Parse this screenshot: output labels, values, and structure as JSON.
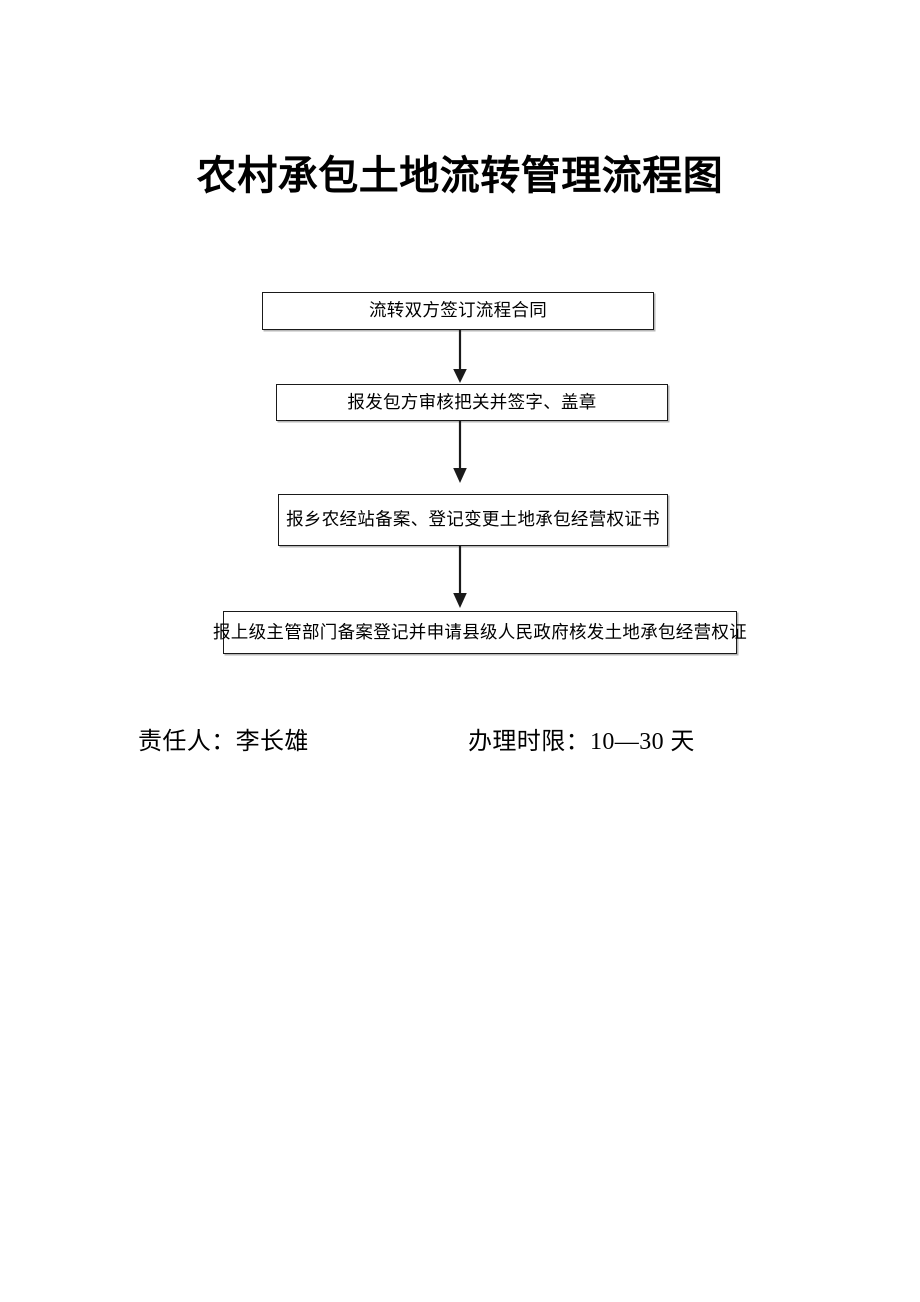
{
  "document": {
    "title": "农村承包土地流转管理流程图"
  },
  "flowchart": {
    "steps": [
      {
        "id": "step-1",
        "label": "流转双方签订流程合同"
      },
      {
        "id": "step-2",
        "label": "报发包方审核把关并签字、盖章"
      },
      {
        "id": "step-3",
        "label": "报乡农经站备案、登记变更土地承包经营权证书"
      },
      {
        "id": "step-4",
        "label": "报上级主管部门备案登记并申请县级人民政府核发土地承包经营权证"
      }
    ],
    "connectors": [
      {
        "id": "arrow-1",
        "icon": "down-arrow-icon"
      },
      {
        "id": "arrow-2",
        "icon": "down-arrow-icon"
      },
      {
        "id": "arrow-3",
        "icon": "down-arrow-icon"
      }
    ]
  },
  "footer": {
    "responsible": "责任人：李长雄",
    "time_limit": "办理时限：10—30 天"
  },
  "colors": {
    "page_background": "#ffffff",
    "text": "#000000",
    "box_border": "#1a1a1a",
    "box_shadow": "#b7b7b7",
    "arrow": "#1a1a1a"
  }
}
